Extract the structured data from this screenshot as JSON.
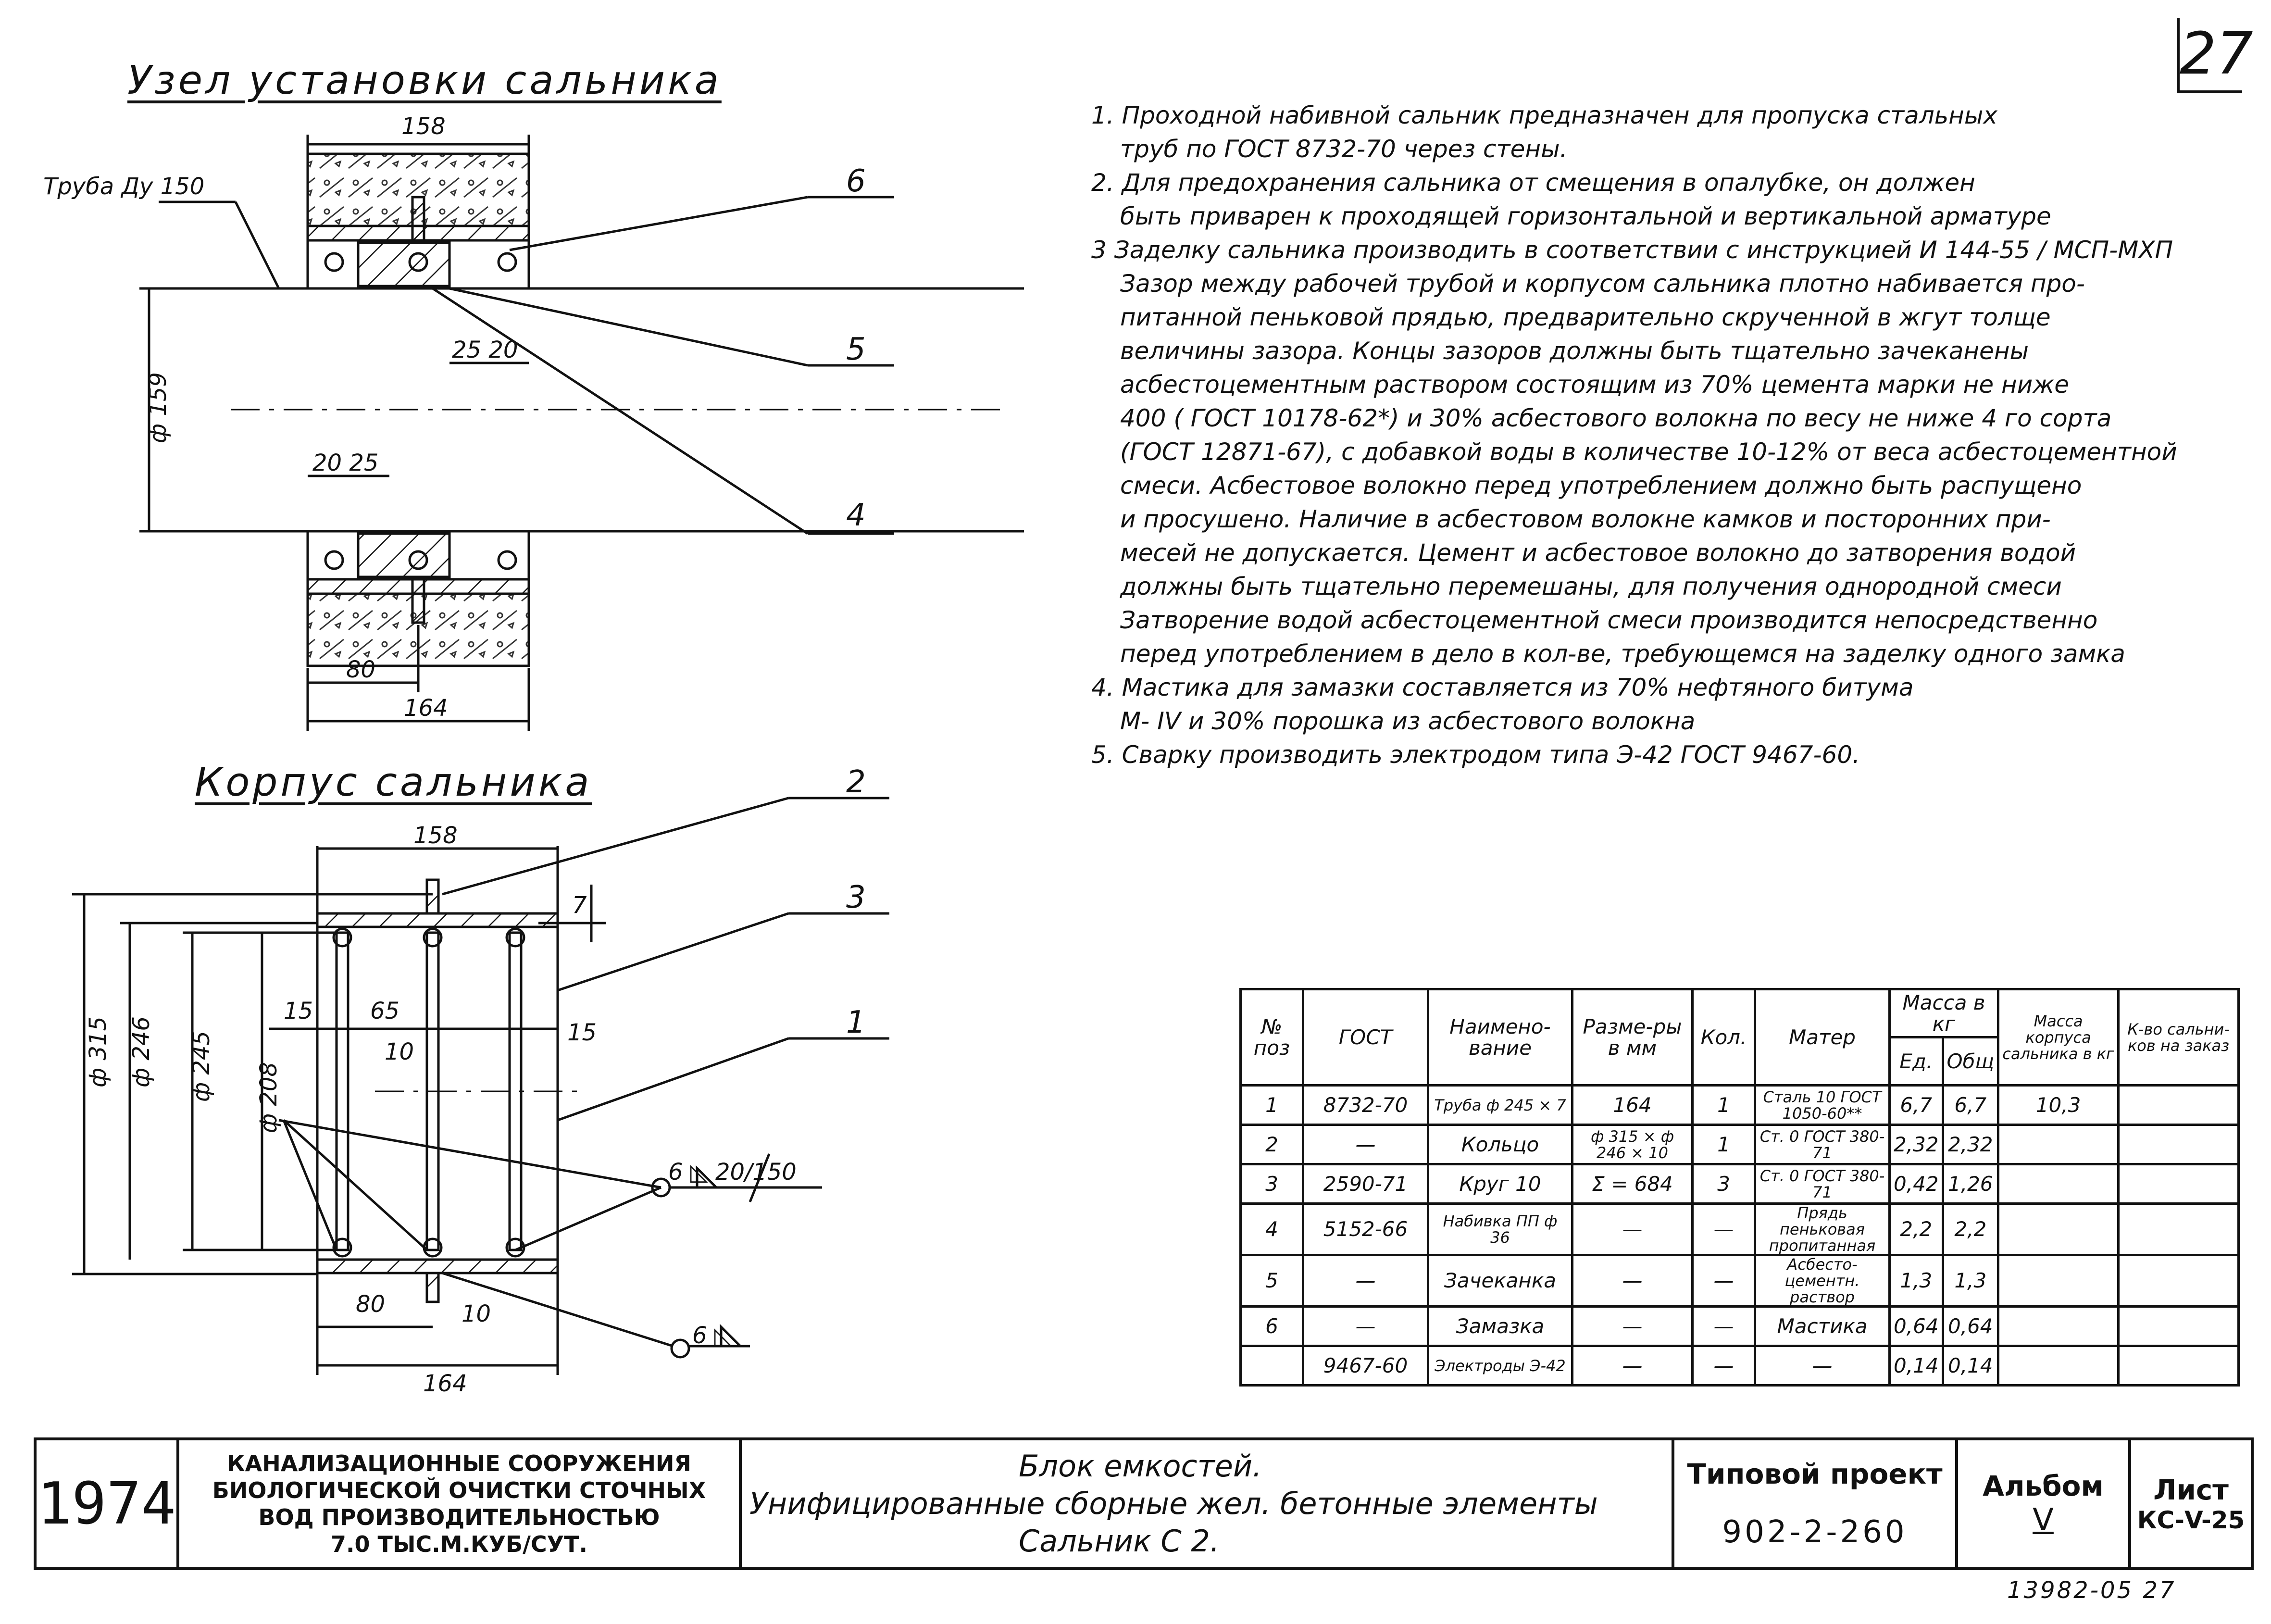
{
  "sheet_number": "27",
  "titles": {
    "assembly": "Узел установки сальника",
    "body": "Корпус сальника"
  },
  "drawing_labels": {
    "pipe": "Труба Ду 150",
    "dim_158_top": "158",
    "dim_158_bottom": "158",
    "dim_25_20": "25 20",
    "dim_20_25": "20 25",
    "dim_80_top": "80",
    "dim_164_top": "164",
    "dim_80_bottom": "80",
    "dim_164_bottom": "164",
    "dia_159": "ф 159",
    "dia_315": "ф 315",
    "dia_246": "ф 246",
    "dia_245": "ф 245",
    "dia_208": "ф 208",
    "dim_15_left": "15",
    "dim_65": "65",
    "dim_10": "10",
    "dim_15_right": "15",
    "dim_7": "7",
    "dim_10_bottom": "10",
    "weld_1": "6 ◺ 20/150",
    "weld_2": "6 ◺",
    "callout_1": "1",
    "callout_2": "2",
    "callout_3": "3",
    "callout_4": "4",
    "callout_5": "5",
    "callout_6": "6"
  },
  "notes": [
    "1. Проходной набивной сальник предназначен для пропуска стальных",
    "труб по ГОСТ 8732-70 через стены.",
    "2. Для предохранения сальника от смещения в опалубке, он должен",
    "быть приварен к проходящей горизонтальной и вертикальной арматуре",
    "3 Заделку сальника производить в соответствии с инструкцией  И 144-55 / МСП-МХП",
    "Зазор между рабочей трубой и корпусом сальника плотно набивается про-",
    "питанной пеньковой прядью, предварительно скрученной в жгут толще",
    "величины зазора. Концы зазоров должны быть тщательно зачеканены",
    "асбестоцементным раствором состоящим из 70% цемента марки не ниже",
    "400 ( ГОСТ 10178-62*) и 30% асбестового волокна по весу не ниже 4 го сорта",
    "(ГОСТ 12871-67), с добавкой воды в количестве 10-12% от веса асбестоцементной",
    "смеси. Асбестовое волокно перед употреблением должно быть распущено",
    "и просушено. Наличие в асбестовом волокне камков и посторонних при-",
    "месей не допускается. Цемент и асбестовое волокно до затворения водой",
    "должны быть тщательно перемешаны, для получения однородной смеси",
    "Затворение водой асбестоцементной смеси производится непосредственно",
    "перед употреблением в дело в кол-ве, требующемся на заделку одного замка",
    "4. Мастика для замазки составляется из 70% нефтяного битума",
    "М- IV и 30% порошка из асбестового волокна",
    "5. Сварку производить электродом типа Э-42 ГОСТ 9467-60."
  ],
  "spec_table": {
    "headers": {
      "pos": "№ поз",
      "gost": "ГОСТ",
      "name": "Наимено-вание",
      "size": "Разме-ры в мм",
      "qty": "Кол.",
      "material": "Матер",
      "mass": "Масса в кг",
      "mass_unit": "Ед.",
      "mass_total": "Общ",
      "body_mass": "Масса корпуса сальника в кг",
      "count": "К-во сальни-ков на заказ"
    },
    "rows": [
      {
        "pos": "1",
        "gost": "8732-70",
        "name": "Труба ф 245 × 7",
        "size": "164",
        "qty": "1",
        "material": "Сталь 10 ГОСТ 1050-60**",
        "unit": "6,7",
        "total": "6,7",
        "body_mass": "10,3",
        "count": ""
      },
      {
        "pos": "2",
        "gost": "—",
        "name": "Кольцо",
        "size": "ф 315 × ф 246 × 10",
        "qty": "1",
        "material": "Ст. 0 ГОСТ 380-71",
        "unit": "2,32",
        "total": "2,32",
        "body_mass": "",
        "count": ""
      },
      {
        "pos": "3",
        "gost": "2590-71",
        "name": "Круг 10",
        "size": "Σ = 684",
        "qty": "3",
        "material": "Ст. 0 ГОСТ 380-71",
        "unit": "0,42",
        "total": "1,26",
        "body_mass": "",
        "count": ""
      },
      {
        "pos": "4",
        "gost": "5152-66",
        "name": "Набивка ПП ф 36",
        "size": "—",
        "qty": "—",
        "material": "Прядь пеньковая пропитанная",
        "unit": "2,2",
        "total": "2,2",
        "body_mass": "",
        "count": ""
      },
      {
        "pos": "5",
        "gost": "—",
        "name": "Зачеканка",
        "size": "—",
        "qty": "—",
        "material": "Асбесто-цементн. раствор",
        "unit": "1,3",
        "total": "1,3",
        "body_mass": "",
        "count": ""
      },
      {
        "pos": "6",
        "gost": "—",
        "name": "Замазка",
        "size": "—",
        "qty": "—",
        "material": "Мастика",
        "unit": "0,64",
        "total": "0,64",
        "body_mass": "",
        "count": ""
      },
      {
        "pos": "",
        "gost": "9467-60",
        "name": "Электроды Э-42",
        "size": "—",
        "qty": "—",
        "material": "—",
        "unit": "0,14",
        "total": "0,14",
        "body_mass": "",
        "count": ""
      }
    ]
  },
  "stamp": {
    "year": "1974",
    "org": [
      "КАНАЛИЗАЦИОННЫЕ СООРУЖЕНИЯ",
      "БИОЛОГИЧЕСКОЙ ОЧИСТКИ СТОЧНЫХ",
      "ВОД ПРОИЗВОДИТЕЛЬНОСТЬЮ",
      "7.0 ТЫС.М.КУБ/СУТ."
    ],
    "name": [
      "Блок емкостей.",
      "Унифицированные сборные жел. бетонные элементы",
      "Сальник С 2."
    ],
    "project_label": "Типовой проект",
    "project_value": "902-2-260",
    "album_label": "Альбом",
    "album_value": "V",
    "sheet_label": "Лист",
    "sheet_value": "КС-V-25"
  },
  "footer_code": "13982-05  27"
}
